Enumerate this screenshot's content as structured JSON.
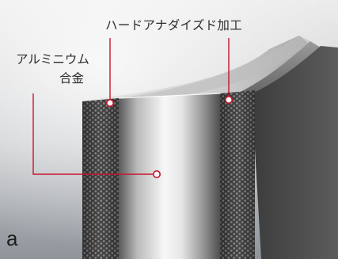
{
  "labels": {
    "hard_anodized": "ハードアナダイズド加工",
    "aluminum_line1": "アルミニウム",
    "aluminum_line2": "合金",
    "panel_letter": "a"
  },
  "colors": {
    "leader_line": "#c8142c",
    "background_top": "#e9e9e9",
    "background_bottom": "#9aa0a6",
    "core_highlight": "#f4f4f4",
    "core_shadow": "#585858",
    "coating_base": "#454545",
    "coating_cell": "#8d8d8d"
  }
}
